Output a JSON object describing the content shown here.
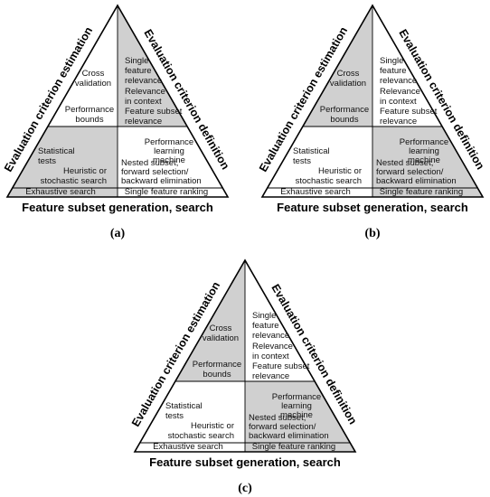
{
  "colors": {
    "shade": "#d0d0d0",
    "line": "#000000",
    "background": "#ffffff"
  },
  "labels": {
    "left_side": "Evaluation criterion estimation",
    "right_side": "Evaluation criterion definition",
    "base": "Feature subset generation, search",
    "cross_validation": [
      "Cross",
      "validation"
    ],
    "performance_bounds": [
      "Performance",
      "bounds"
    ],
    "single_feature_relevance": [
      "Single",
      "feature",
      "relevance"
    ],
    "relevance_in_context": [
      "Relevance",
      "in context"
    ],
    "feature_subset_relevance": [
      "Feature subset",
      "relevance"
    ],
    "statistical_tests": [
      "Statistical",
      "tests"
    ],
    "performance_learning_machine": [
      "Performance",
      "learning",
      "machine"
    ],
    "heuristic_search": [
      "Heuristic or",
      "stochastic search"
    ],
    "nested_subset": [
      "Nested subset,",
      "forward selection/",
      "backward elimination"
    ],
    "exhaustive_search": "Exhaustive search",
    "single_feature_ranking": "Single feature ranking"
  },
  "panels": [
    {
      "caption": "(a)",
      "shaded": [
        "right-upper",
        "left-lower"
      ]
    },
    {
      "caption": "(b)",
      "shaded": [
        "left-upper",
        "right-lower"
      ]
    },
    {
      "caption": "(c)",
      "shaded": [
        "left-upper",
        "right-lower",
        "center-bottom"
      ]
    }
  ]
}
